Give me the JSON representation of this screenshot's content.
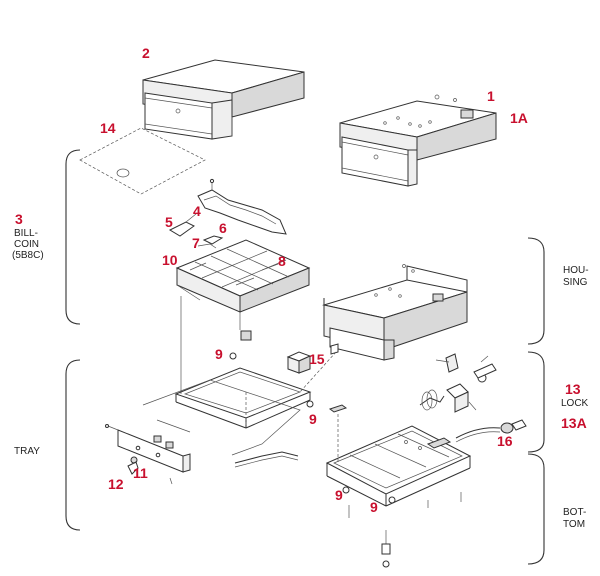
{
  "callouts": {
    "c1": "1",
    "c1a": "1A",
    "c2": "2",
    "c3": "3",
    "c4": "4",
    "c5": "5",
    "c6": "6",
    "c7": "7",
    "c8": "8",
    "c9a": "9",
    "c9b": "9",
    "c9c": "9",
    "c9d": "9",
    "c10": "10",
    "c11": "11",
    "c12": "12",
    "c13": "13",
    "c13a": "13A",
    "c14": "14",
    "c15": "15",
    "c16": "16"
  },
  "labels": {
    "billcoin_l1": "BILL-",
    "billcoin_l2": "COIN",
    "billcoin_l3": "(5B8C)",
    "housing_l1": "HOU-",
    "housing_l2": "SING",
    "lock": "LOCK",
    "tray": "TRAY",
    "bottom_l1": "BOT-",
    "bottom_l2": "TOM"
  },
  "colors": {
    "callout": "#c8102e",
    "line": "#333333"
  }
}
